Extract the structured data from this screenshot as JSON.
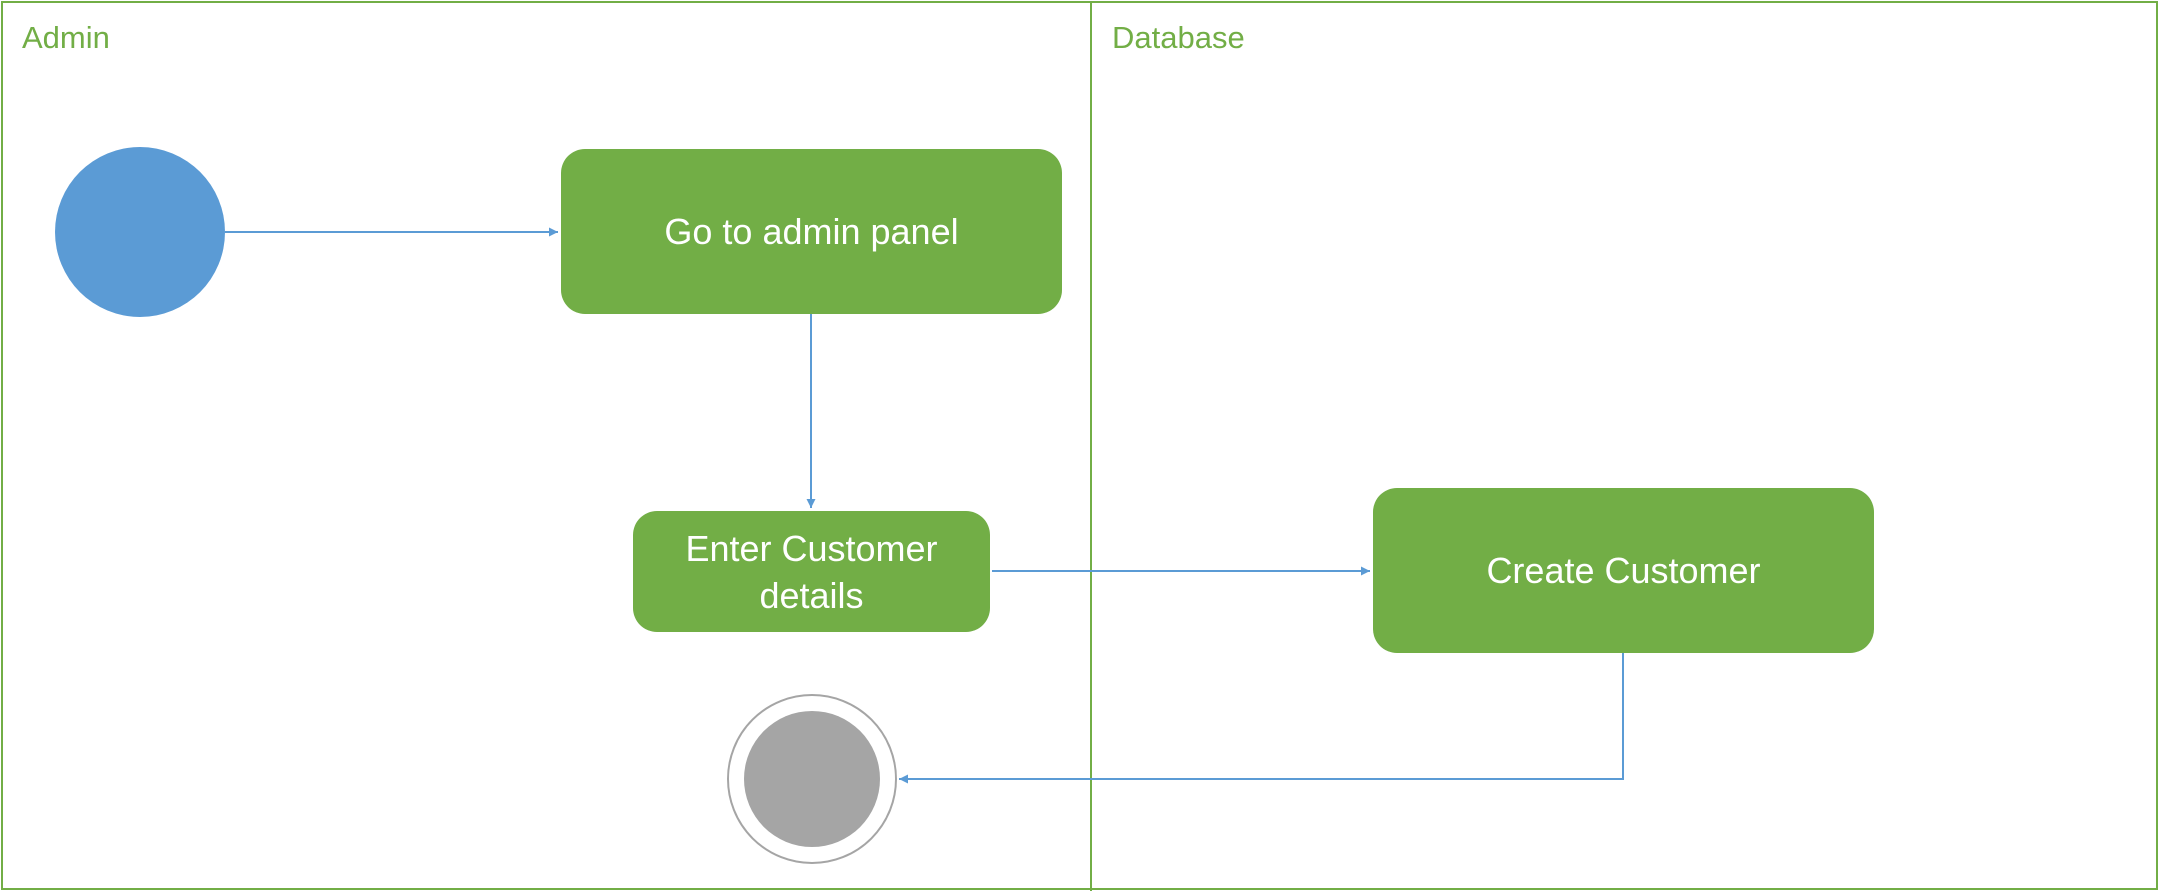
{
  "lanes": [
    {
      "label": "Admin"
    },
    {
      "label": "Database"
    }
  ],
  "nodes": {
    "start": {
      "kind": "initial-node",
      "color": "#5b9bd5"
    },
    "go_to_admin_panel": {
      "label": "Go to admin panel"
    },
    "enter_customer_details": {
      "label": "Enter Customer details"
    },
    "create_customer": {
      "label": "Create Customer"
    },
    "end": {
      "kind": "final-node",
      "color": "#a5a5a5"
    }
  },
  "edges": [
    {
      "from": "start",
      "to": "go_to_admin_panel"
    },
    {
      "from": "go_to_admin_panel",
      "to": "enter_customer_details"
    },
    {
      "from": "enter_customer_details",
      "to": "create_customer"
    },
    {
      "from": "create_customer",
      "to": "end"
    }
  ],
  "colors": {
    "lane_border": "#72ae46",
    "activity_fill": "#72ae46",
    "activity_text": "#ffffff",
    "edge": "#5b9bd5"
  }
}
